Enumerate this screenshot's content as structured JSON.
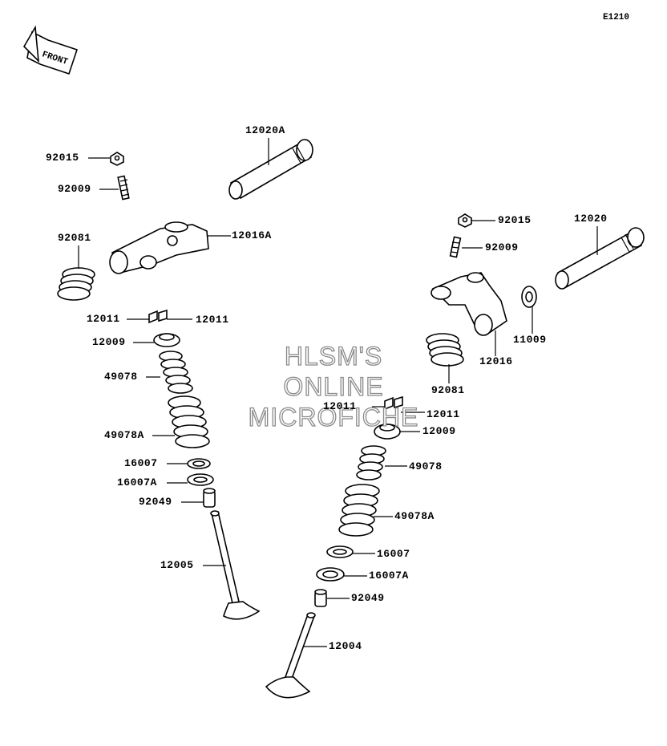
{
  "diagram_code": "E1210",
  "front_arrow_text": "FRONT",
  "watermark": [
    "HLSM'S",
    "ONLINE",
    "MICROFICHE"
  ],
  "labels": {
    "l_92015": "92015",
    "l_92009": "92009",
    "l_12020A": "12020A",
    "l_92081": "92081",
    "l_12016A": "12016A",
    "l_12011a": "12011",
    "l_12011b": "12011",
    "l_12009": "12009",
    "l_49078": "49078",
    "l_49078A": "49078A",
    "l_16007": "16007",
    "l_16007A": "16007A",
    "l_92049": "92049",
    "l_12005": "12005",
    "r_92015": "92015",
    "r_12020": "12020",
    "r_92009": "92009",
    "r_11009": "11009",
    "r_12016": "12016",
    "r_92081": "92081",
    "r_12011a": "12011",
    "r_12011b": "12011",
    "r_12009": "12009",
    "r_49078": "49078",
    "r_49078A": "49078A",
    "r_16007": "16007",
    "r_16007A": "16007A",
    "r_92049": "92049",
    "r_12004": "12004"
  }
}
